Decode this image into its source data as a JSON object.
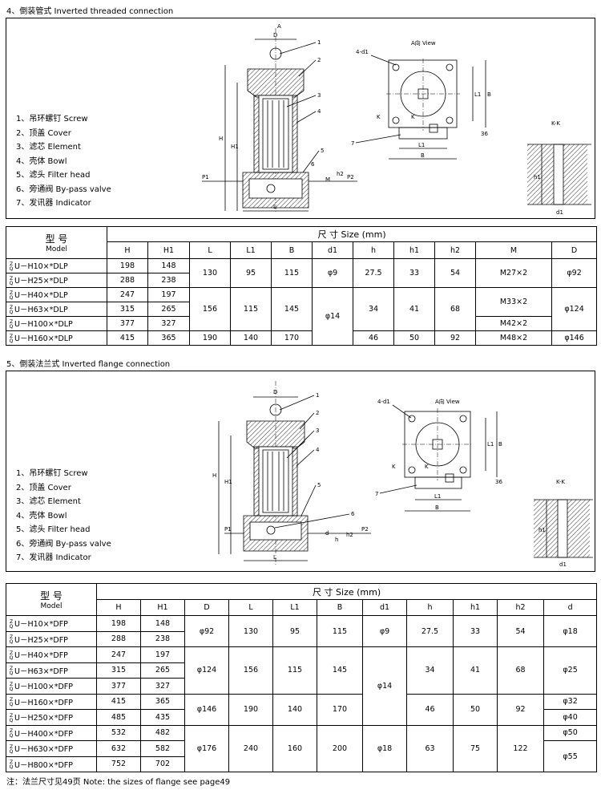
{
  "section1": {
    "title": "4、倒装管式  Inverted threaded connection",
    "legend": [
      "1、吊环螺钉 Screw",
      "2、顶盖 Cover",
      "3、滤芯 Element",
      "4、壳体 Bowl",
      "5、滤头 Filter head",
      "6、旁通阀 By-pass valve",
      "7、发讯器 Indicator"
    ],
    "drawing_labels": {
      "a_arrow": "A",
      "d": "D",
      "h": "H",
      "h1": "H1",
      "p1": "P1",
      "p2": "P2",
      "l": "L",
      "m": "M",
      "h2": "h2",
      "callouts": [
        "1",
        "2",
        "3",
        "4",
        "5",
        "6",
        "7"
      ],
      "view": "A向 View",
      "holes": "4-d1",
      "l1": "L1",
      "b": "B",
      "k": "K",
      "h36": "36",
      "kk": "K-K",
      "kh1": "h1",
      "kd1": "d1"
    },
    "table": {
      "header_model_cn": "型 号",
      "header_model_en": "Model",
      "header_size": "尺  寸 Size (mm)",
      "columns": [
        "H",
        "H1",
        "L",
        "L1",
        "B",
        "d1",
        "h",
        "h1",
        "h2",
        "M",
        "D"
      ],
      "rows": [
        {
          "model": "U－H10×*DLP",
          "H": "198",
          "H1": "148"
        },
        {
          "model": "U－H25×*DLP",
          "H": "288",
          "H1": "238"
        },
        {
          "model": "U－H40×*DLP",
          "H": "247",
          "H1": "197"
        },
        {
          "model": "U－H63×*DLP",
          "H": "315",
          "H1": "265"
        },
        {
          "model": "U－H100×*DLP",
          "H": "377",
          "H1": "327"
        },
        {
          "model": "U－H160×*DLP",
          "H": "415",
          "H1": "365"
        }
      ],
      "groups": {
        "g1": {
          "L": "130",
          "L1": "95",
          "B": "115",
          "d1": "φ9",
          "h": "27.5",
          "h1": "33",
          "h2": "54",
          "M": "M27×2",
          "D": "φ92"
        },
        "g2": {
          "L": "156",
          "L1": "115",
          "B": "145",
          "h": "34",
          "h1": "41",
          "h2": "68",
          "M_a": "M33×2",
          "M_b": "M42×2",
          "D": "φ124"
        },
        "d1_shared": "φ14",
        "g3": {
          "L": "190",
          "L1": "140",
          "B": "170",
          "h": "46",
          "h1": "50",
          "h2": "92",
          "M": "M48×2",
          "D": "φ146"
        }
      }
    }
  },
  "section2": {
    "title": "5、倒装法兰式  Inverted flange connection",
    "legend": [
      "1、吊环螺钉 Screw",
      "2、顶盖 Cover",
      "3、滤芯 Element",
      "4、壳体 Bowl",
      "5、滤头 Filter head",
      "6、旁通阀 By-pass valve",
      "7、发讯器 Indicator"
    ],
    "drawing_labels": {
      "d": "D",
      "h": "H",
      "h1": "H1",
      "p1": "P1",
      "p2": "P2",
      "l": "L",
      "dd": "d",
      "hh": "h",
      "h2": "h2",
      "callouts": [
        "1",
        "2",
        "3",
        "4",
        "5",
        "6",
        "7"
      ],
      "view": "A向 View",
      "holes": "4-d1",
      "l1": "L1",
      "b": "B",
      "k": "K",
      "h36": "36",
      "kk": "K-K",
      "kh1": "h1",
      "kd1": "d1"
    },
    "table": {
      "header_model_cn": "型 号",
      "header_model_en": "Model",
      "header_size": "尺  寸 Size (mm)",
      "columns": [
        "H",
        "H1",
        "D",
        "L",
        "L1",
        "B",
        "d1",
        "h",
        "h1",
        "h2",
        "d"
      ],
      "rows": [
        {
          "model": "U－H10×*DFP",
          "H": "198",
          "H1": "148"
        },
        {
          "model": "U－H25×*DFP",
          "H": "288",
          "H1": "238"
        },
        {
          "model": "U－H40×*DFP",
          "H": "247",
          "H1": "197"
        },
        {
          "model": "U－H63×*DFP",
          "H": "315",
          "H1": "265"
        },
        {
          "model": "U－H100×*DFP",
          "H": "377",
          "H1": "327"
        },
        {
          "model": "U－H160×*DFP",
          "H": "415",
          "H1": "365"
        },
        {
          "model": "U－H250×*DFP",
          "H": "485",
          "H1": "435"
        },
        {
          "model": "U－H400×*DFP",
          "H": "532",
          "H1": "482"
        },
        {
          "model": "U－H630×*DFP",
          "H": "632",
          "H1": "582"
        },
        {
          "model": "U－H800×*DFP",
          "H": "752",
          "H1": "702"
        }
      ],
      "groups": {
        "g1": {
          "D": "φ92",
          "L": "130",
          "L1": "95",
          "B": "115",
          "d1": "φ9",
          "h": "27.5",
          "h1": "33",
          "h2": "54",
          "d": "φ18"
        },
        "g2": {
          "D": "φ124",
          "L": "156",
          "L1": "115",
          "B": "145",
          "h": "34",
          "h1": "41",
          "h2": "68",
          "d": "φ25"
        },
        "d1_shared": "φ14",
        "g3": {
          "D": "φ146",
          "L": "190",
          "L1": "140",
          "B": "170",
          "h": "46",
          "h1": "50",
          "h2": "92",
          "d_a": "φ32",
          "d_b": "φ40"
        },
        "g4": {
          "D": "φ176",
          "L": "240",
          "L1": "160",
          "B": "200",
          "d1": "φ18",
          "h": "63",
          "h1": "75",
          "h2": "122",
          "d_a": "φ50",
          "d_b": "φ55"
        }
      }
    }
  },
  "model_prefix": {
    "top": "Z",
    "bottom": "Q"
  },
  "footnote": "注：法兰尺寸见49页 Note: the sizes of flange see page49"
}
